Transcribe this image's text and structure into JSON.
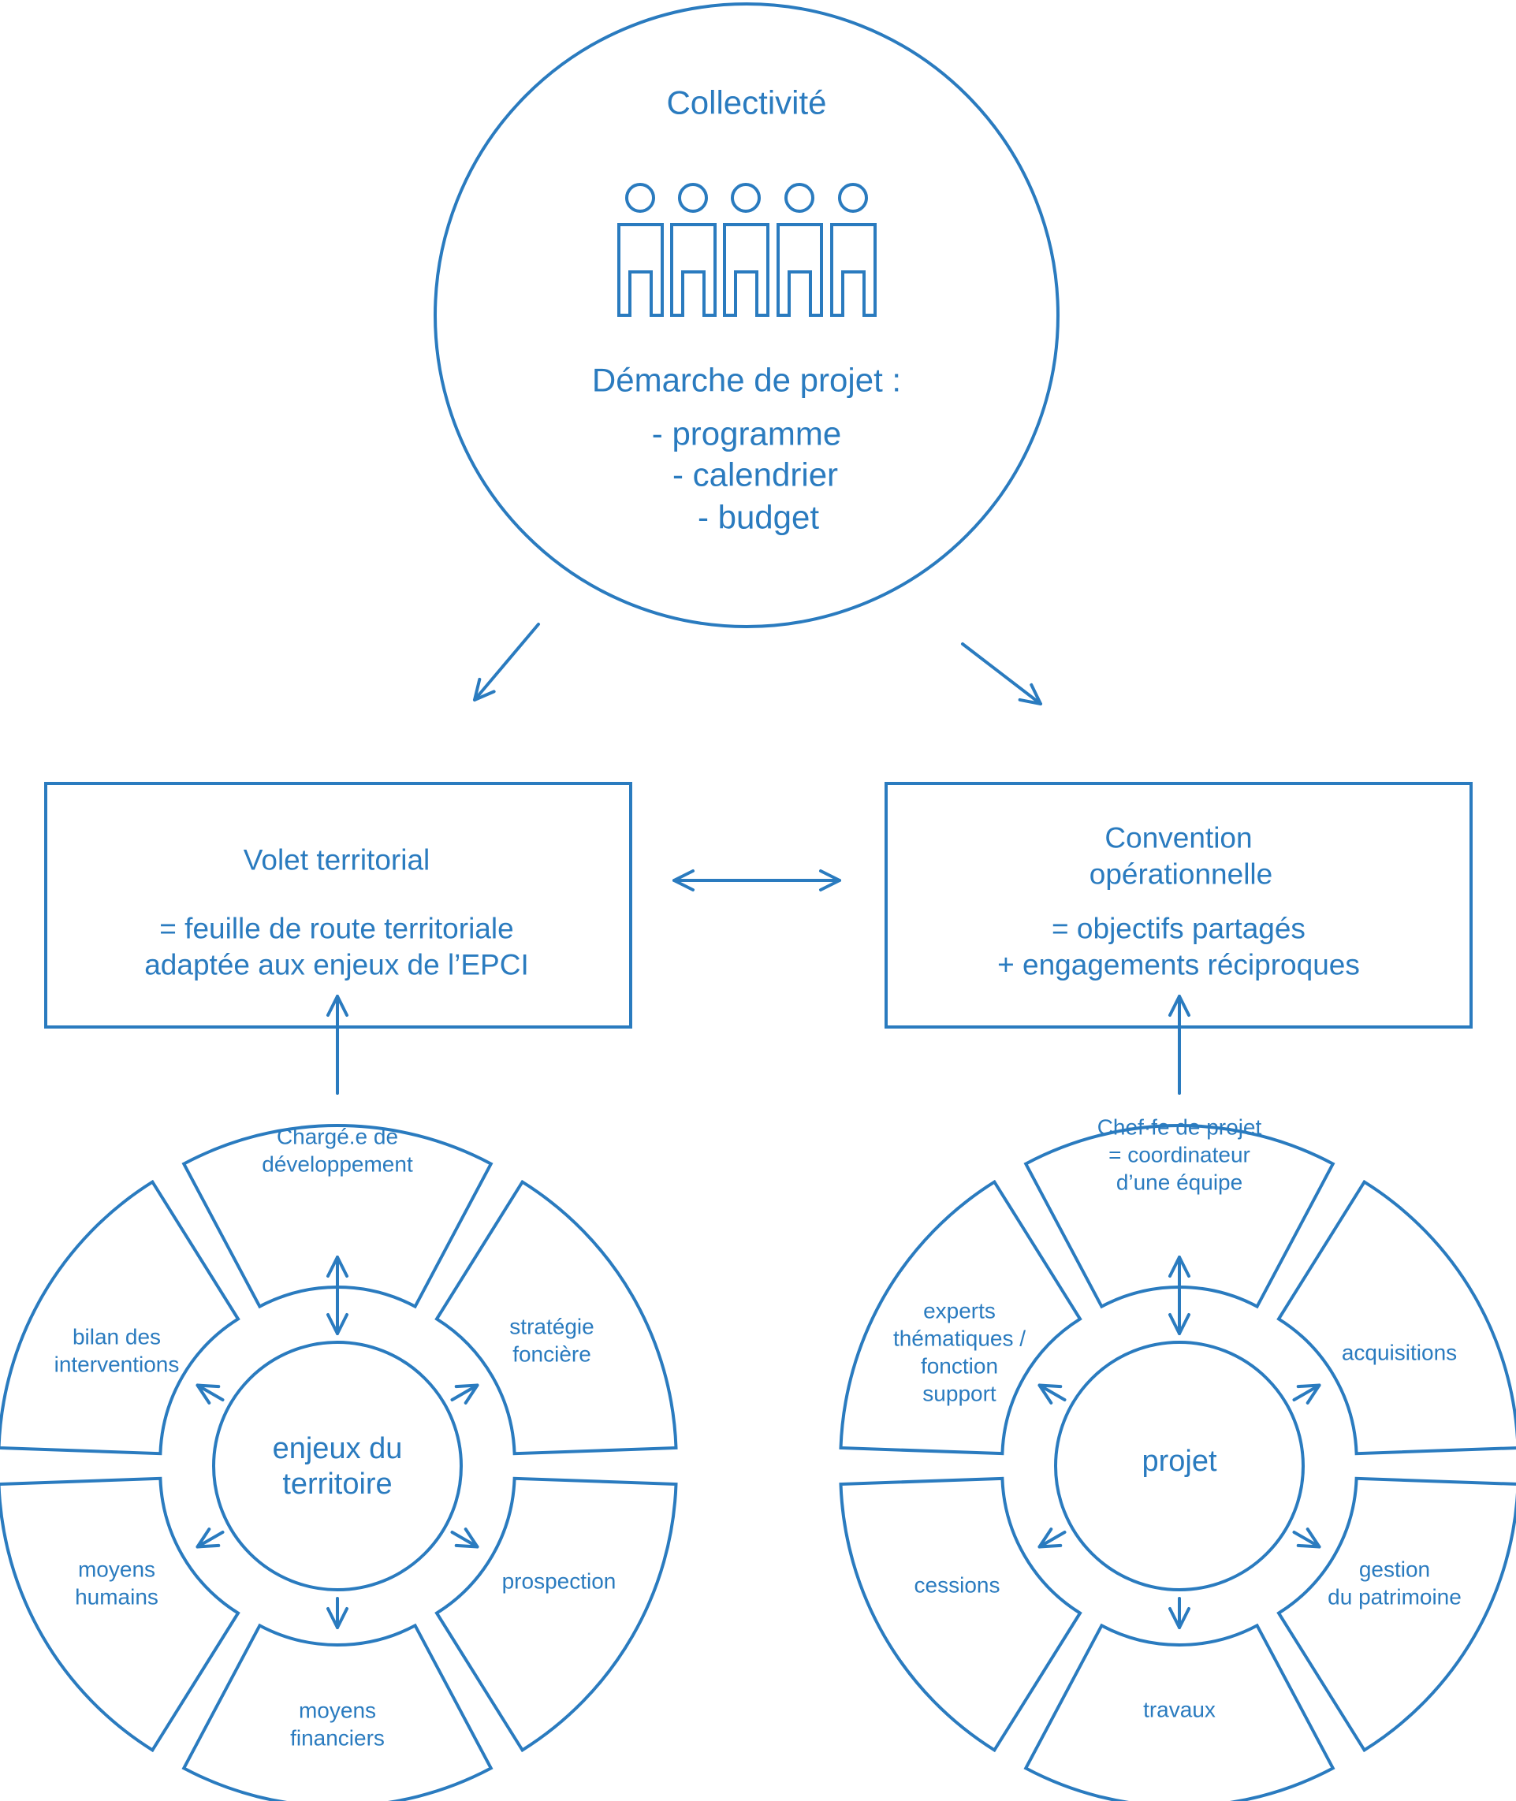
{
  "collectivite": {
    "title": "Collectivité",
    "icon": "people-group-icon",
    "subtitle": "Démarche de projet :",
    "items": [
      "- programme",
      "- calendrier",
      "- budget"
    ]
  },
  "volet": {
    "title": "Volet territorial",
    "lines": [
      "= feuille de route territoriale",
      "adaptée aux enjeux de l’EPCI"
    ]
  },
  "convention": {
    "title": [
      "Convention",
      "opérationnelle"
    ],
    "lines": [
      "= objectifs partagés",
      "+ engagements réciproques"
    ]
  },
  "left_wheel": {
    "hub": [
      "enjeux du",
      "territoire"
    ],
    "segments": {
      "top": [
        "Chargé.e de",
        "développement"
      ],
      "upper_right": [
        "stratégie",
        "foncière"
      ],
      "lower_right": [
        "prospection"
      ],
      "bottom": [
        "moyens",
        "financiers"
      ],
      "lower_left": [
        "moyens",
        "humains"
      ],
      "upper_left": [
        "bilan des",
        "interventions"
      ]
    }
  },
  "right_wheel": {
    "hub": [
      "projet"
    ],
    "segments": {
      "top": [
        "Chef·fe de projet",
        "= coordinateur",
        "d’une équipe"
      ],
      "upper_right": [
        "acquisitions"
      ],
      "lower_right": [
        "gestion",
        "du patrimoine"
      ],
      "bottom": [
        "travaux"
      ],
      "lower_left": [
        "cessions"
      ],
      "upper_left": [
        "experts",
        "thématiques /",
        "fonction",
        "support"
      ]
    }
  },
  "colors": {
    "primary": "#2a7bbf",
    "background": "#ffffff"
  }
}
